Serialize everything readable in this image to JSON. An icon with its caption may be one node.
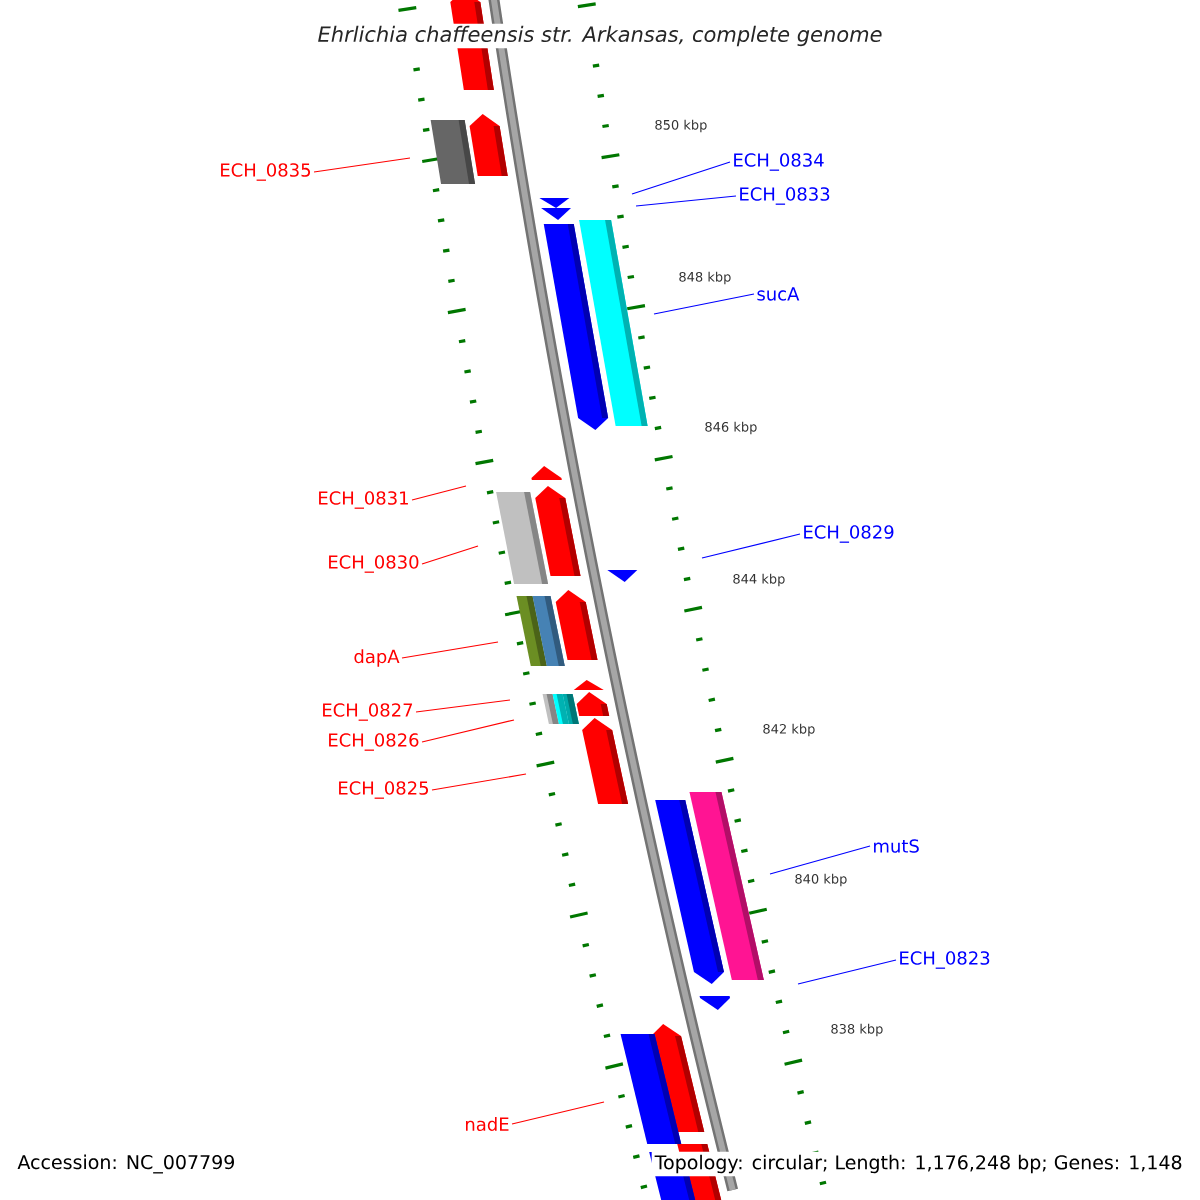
{
  "diagram": {
    "title": "Ehrlichia chaffeensis str. Arkansas, complete genome",
    "nodes": [
      {
        "text": [
          "ECH_0834"
        ]
      },
      {
        "text": [
          "ECH_0835"
        ]
      },
      {
        "text": [
          "ECH_0833"
        ]
      },
      {
        "text": [
          "sucA"
        ]
      },
      {
        "text": [
          "ECH_0831"
        ]
      },
      {
        "text": [
          "ECH_0829"
        ]
      },
      {
        "text": [
          "ECH_0830"
        ]
      },
      {
        "text": [
          "dapA"
        ]
      },
      {
        "text": [
          "ECH_0827"
        ]
      },
      {
        "text": [
          "ECH_0826"
        ]
      },
      {
        "text": [
          "ECH_0825"
        ]
      },
      {
        "text": [
          "mutS"
        ]
      },
      {
        "text": [
          "ECH_0823"
        ]
      },
      {
        "text": [
          "nadE"
        ]
      }
    ],
    "edges": [
      {
        "from": 0,
        "to": null,
        "arrow": "none",
        "color": "#0000ff"
      },
      {
        "from": 1,
        "to": null,
        "arrow": "none"
      },
      {
        "from": 2,
        "to": null,
        "arrow": "none",
        "color": "#0000ff"
      },
      {
        "from": 3,
        "to": null,
        "arrow": "none",
        "color": "#0000ff"
      },
      {
        "from": 4,
        "to": null,
        "arrow": "none"
      },
      {
        "from": 5,
        "to": null,
        "arrow": "none",
        "color": "#0000ff"
      },
      {
        "from": 6,
        "to": null,
        "arrow": "none"
      },
      {
        "from": 7,
        "to": null,
        "arrow": "none"
      },
      {
        "from": 8,
        "to": null,
        "arrow": "none"
      },
      {
        "from": 9,
        "to": null,
        "arrow": "none"
      },
      {
        "from": 10,
        "to": null,
        "arrow": "none"
      },
      {
        "from": 11,
        "to": null,
        "arrow": "none",
        "color": "#0000ff"
      },
      {
        "from": 12,
        "to": null,
        "arrow": "none",
        "color": "#0000ff"
      },
      {
        "from": 13,
        "to": null,
        "arrow": "none"
      }
    ],
    "labels": [
      "850 kbp",
      "848 kbp",
      "846 kbp",
      "844 kbp",
      "842 kbp",
      "840 kbp",
      "838 kbp",
      "Accession: NC_007799",
      "Topology: circular; Length: 1,176,248 bp; Genes: 1,148"
    ]
  }
}
